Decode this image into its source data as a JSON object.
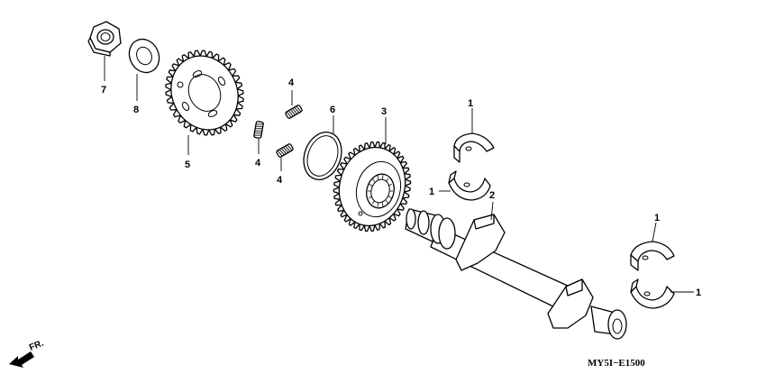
{
  "diagram": {
    "labels": {
      "nut": "7",
      "washer": "8",
      "sprocket": "5",
      "spring_top": "4",
      "spring_left": "4",
      "spring_mid": "4",
      "thin_washer": "6",
      "gear": "3",
      "bearing_top": "1",
      "bearing_mid": "1",
      "shaft": "2",
      "bearing_right_top": "1",
      "bearing_right_bottom": "1"
    },
    "drawing_code": "MY5I−E1500",
    "direction_label": "FR."
  }
}
